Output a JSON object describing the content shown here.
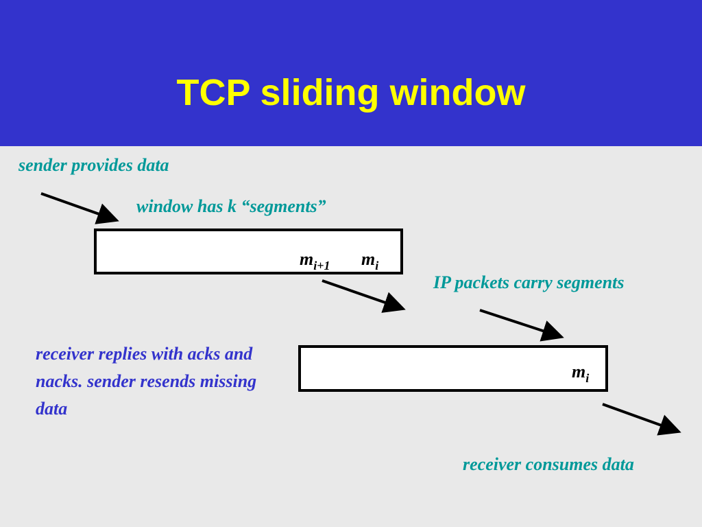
{
  "title": "TCP sliding window",
  "labels": {
    "sender": "sender provides data",
    "window": "window has k “segments”",
    "ip": "IP packets carry segments",
    "receiver_replies": "receiver replies with acks and nacks.  sender resends missing data",
    "consumes": "receiver consumes data"
  },
  "sender_window": {
    "segments": [
      {
        "base": "m",
        "sub": "i+1"
      },
      {
        "base": "m",
        "sub": "i"
      }
    ]
  },
  "receiver_window": {
    "segments": [
      {
        "base": "m",
        "sub": "i"
      }
    ]
  },
  "colors": {
    "header": "#3333cc",
    "title": "#ffff00",
    "green_text": "#009999",
    "blue_text": "#3333cc",
    "background": "#e9e9e9"
  }
}
